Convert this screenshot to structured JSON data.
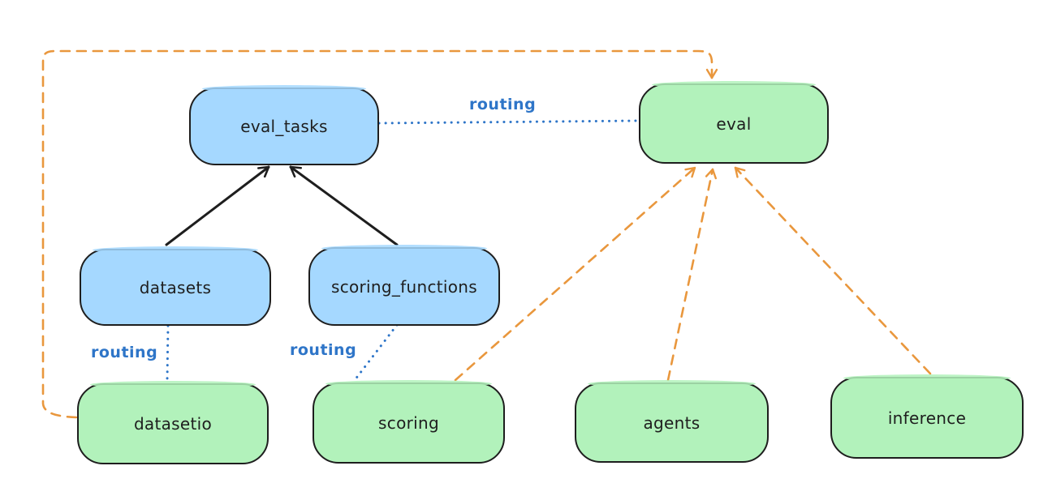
{
  "diagram": {
    "background": "#ffffff",
    "colors": {
      "background": "#ffffff",
      "node_blue_fill": "#a5d8ff",
      "node_green_fill": "#b2f2bb",
      "node_border": "#1e1e1e",
      "arrow_black": "#1e1e1e",
      "routing_blue": "#2e75c8",
      "provider_orange": "#e9973d"
    },
    "nodes": [
      {
        "id": "eval_tasks",
        "label": "eval_tasks",
        "color": "blue"
      },
      {
        "id": "eval",
        "label": "eval",
        "color": "green"
      },
      {
        "id": "datasets",
        "label": "datasets",
        "color": "blue"
      },
      {
        "id": "scoring_functions",
        "label": "scoring_functions",
        "color": "blue"
      },
      {
        "id": "datasetio",
        "label": "datasetio",
        "color": "green"
      },
      {
        "id": "scoring",
        "label": "scoring",
        "color": "green"
      },
      {
        "id": "agents",
        "label": "agents",
        "color": "green"
      },
      {
        "id": "inference",
        "label": "inference",
        "color": "green"
      }
    ],
    "edges": [
      {
        "from": "datasets",
        "to": "eval_tasks",
        "style": "solid-arrow",
        "color": "black",
        "label": ""
      },
      {
        "from": "scoring_functions",
        "to": "eval_tasks",
        "style": "solid-arrow",
        "color": "black",
        "label": ""
      },
      {
        "from": "eval_tasks",
        "to": "eval",
        "style": "dotted",
        "color": "blue",
        "label": "routing"
      },
      {
        "from": "datasets",
        "to": "datasetio",
        "style": "dotted",
        "color": "blue",
        "label": "routing"
      },
      {
        "from": "scoring_functions",
        "to": "scoring",
        "style": "dotted",
        "color": "blue",
        "label": "routing"
      },
      {
        "from": "datasetio",
        "to": "eval",
        "style": "dashed-arrow",
        "color": "orange",
        "label": ""
      },
      {
        "from": "scoring",
        "to": "eval",
        "style": "dashed-arrow",
        "color": "orange",
        "label": ""
      },
      {
        "from": "agents",
        "to": "eval",
        "style": "dashed-arrow",
        "color": "orange",
        "label": ""
      },
      {
        "from": "inference",
        "to": "eval",
        "style": "dashed-arrow",
        "color": "orange",
        "label": ""
      }
    ]
  }
}
